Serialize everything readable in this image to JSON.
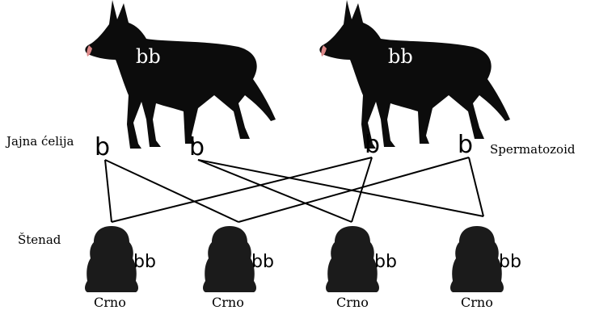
{
  "parents": {
    "left": {
      "genotype": "bb",
      "icon": "german-shepherd-dog"
    },
    "right": {
      "genotype": "bb",
      "icon": "german-shepherd-dog"
    }
  },
  "labels": {
    "egg_cell": "Jajna ćelija",
    "sperm": "Spermatozoid",
    "puppies": "Štenad"
  },
  "gametes": [
    "b",
    "b",
    "b",
    "b"
  ],
  "puppies": [
    {
      "genotype": "bb",
      "color": "Crno",
      "icon": "puppy"
    },
    {
      "genotype": "bb",
      "color": "Crno",
      "icon": "puppy"
    },
    {
      "genotype": "bb",
      "color": "Crno",
      "icon": "puppy"
    },
    {
      "genotype": "bb",
      "color": "Crno",
      "icon": "puppy"
    }
  ],
  "colors": {
    "ink": "#000000",
    "dog": "#0c0c0c",
    "puppy": "#1b1b1b"
  }
}
